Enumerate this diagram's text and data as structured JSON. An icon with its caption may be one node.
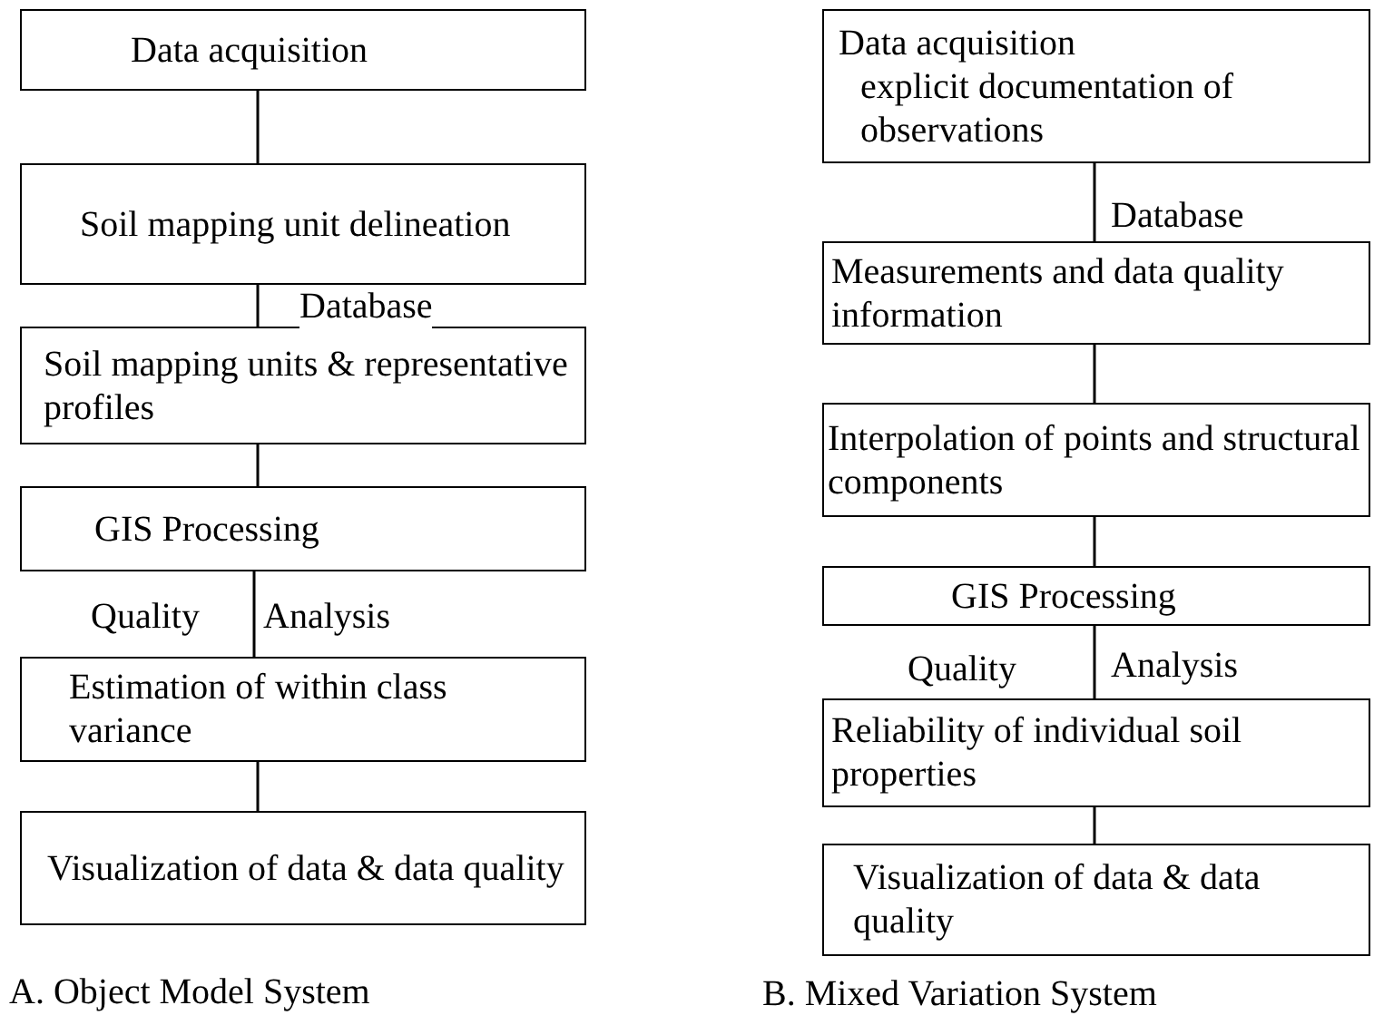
{
  "diagram": {
    "nodes": [
      {
        "text": [
          "Data acquisition"
        ]
      },
      {
        "text": [
          "Soil mapping unit delineation"
        ]
      },
      {
        "text": [
          "Soil mapping units & representative profiles"
        ]
      },
      {
        "text": [
          "GIS Processing"
        ]
      },
      {
        "text": [
          "Estimation of within class variance"
        ]
      },
      {
        "text": [
          "Visualization of data & data quality"
        ]
      },
      {
        "text": [
          "Data acquisition",
          "explicit documentation of observations"
        ]
      },
      {
        "text": [
          "Measurements and data quality information"
        ]
      },
      {
        "text": [
          "Interpolation of points and structural components"
        ]
      },
      {
        "text": [
          "GIS Processing"
        ]
      },
      {
        "text": [
          "Reliability of individual soil properties"
        ]
      },
      {
        "text": [
          "Visualization of data & data quality"
        ]
      }
    ],
    "edges": [
      {
        "from": 0,
        "to": 1,
        "arrow": "none"
      },
      {
        "from": 1,
        "to": 2,
        "arrow": "none"
      },
      {
        "from": 2,
        "to": 3,
        "arrow": "none"
      },
      {
        "from": 3,
        "to": 4,
        "arrow": "none"
      },
      {
        "from": 4,
        "to": 5,
        "arrow": "none"
      },
      {
        "from": 6,
        "to": 7,
        "arrow": "none"
      },
      {
        "from": 7,
        "to": 8,
        "arrow": "none"
      },
      {
        "from": 8,
        "to": 9,
        "arrow": "none"
      },
      {
        "from": 9,
        "to": 10,
        "arrow": "none"
      },
      {
        "from": 10,
        "to": 11,
        "arrow": "none"
      }
    ],
    "labels": [
      "Database",
      "Quality",
      "Analysis",
      "A. Object Model System",
      "Database",
      "Quality",
      "Analysis",
      "B. Mixed Variation System"
    ]
  }
}
